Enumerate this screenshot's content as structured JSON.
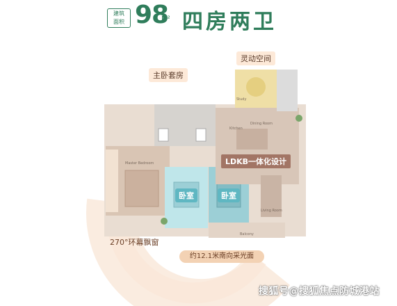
{
  "header": {
    "area_tag_line1": "建筑",
    "area_tag_line2": "面积",
    "area_value": "98",
    "area_unit": "M²",
    "layout_name": "四房两卫"
  },
  "callouts": {
    "master_suite": "主卧套房",
    "flex_space": "灵动空间",
    "bedroom_1": "卧室",
    "bedroom_2": "卧室",
    "ldkb": "LDKB一体化设计",
    "bay_window": "270°环幕飘窗",
    "south_light": "约12.1米南向采光面"
  },
  "room_labels": {
    "kitchen": "Kitchen",
    "dining": "Dining Room",
    "living": "Living Room",
    "balcony": "Balcony",
    "master": "Master Bedroom",
    "study": "Study"
  },
  "watermark": "搜狐号@搜狐焦点防城港站",
  "colors": {
    "brand_green": "#2f7d5b",
    "teal_room": "#bfe6ea",
    "teal_room_2": "#9ccfd6",
    "floor_tan": "#cdb7a6",
    "flex_yellow": "#efdfa6",
    "arc_peach": "#f6dcc6"
  }
}
